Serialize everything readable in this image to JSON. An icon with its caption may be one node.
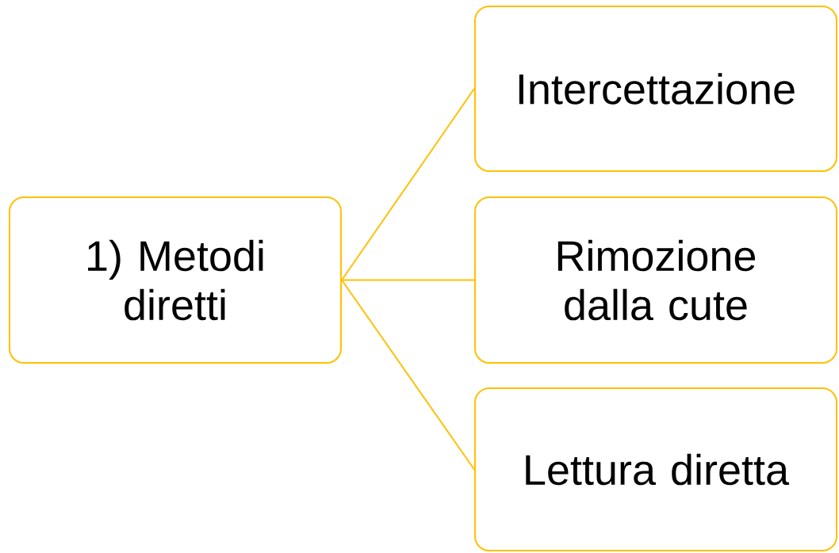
{
  "diagram": {
    "nodes": [
      {
        "text": [
          "1) Metodi diretti"
        ]
      },
      {
        "text": [
          "Intercettazione"
        ]
      },
      {
        "text": [
          "Rimozione dalla cute"
        ]
      },
      {
        "text": [
          "Lettura diretta"
        ]
      }
    ],
    "edges": [
      {
        "from": 0,
        "to": 1,
        "arrow": "none"
      },
      {
        "from": 0,
        "to": 2,
        "arrow": "none"
      },
      {
        "from": 0,
        "to": 3,
        "arrow": "none"
      }
    ]
  }
}
